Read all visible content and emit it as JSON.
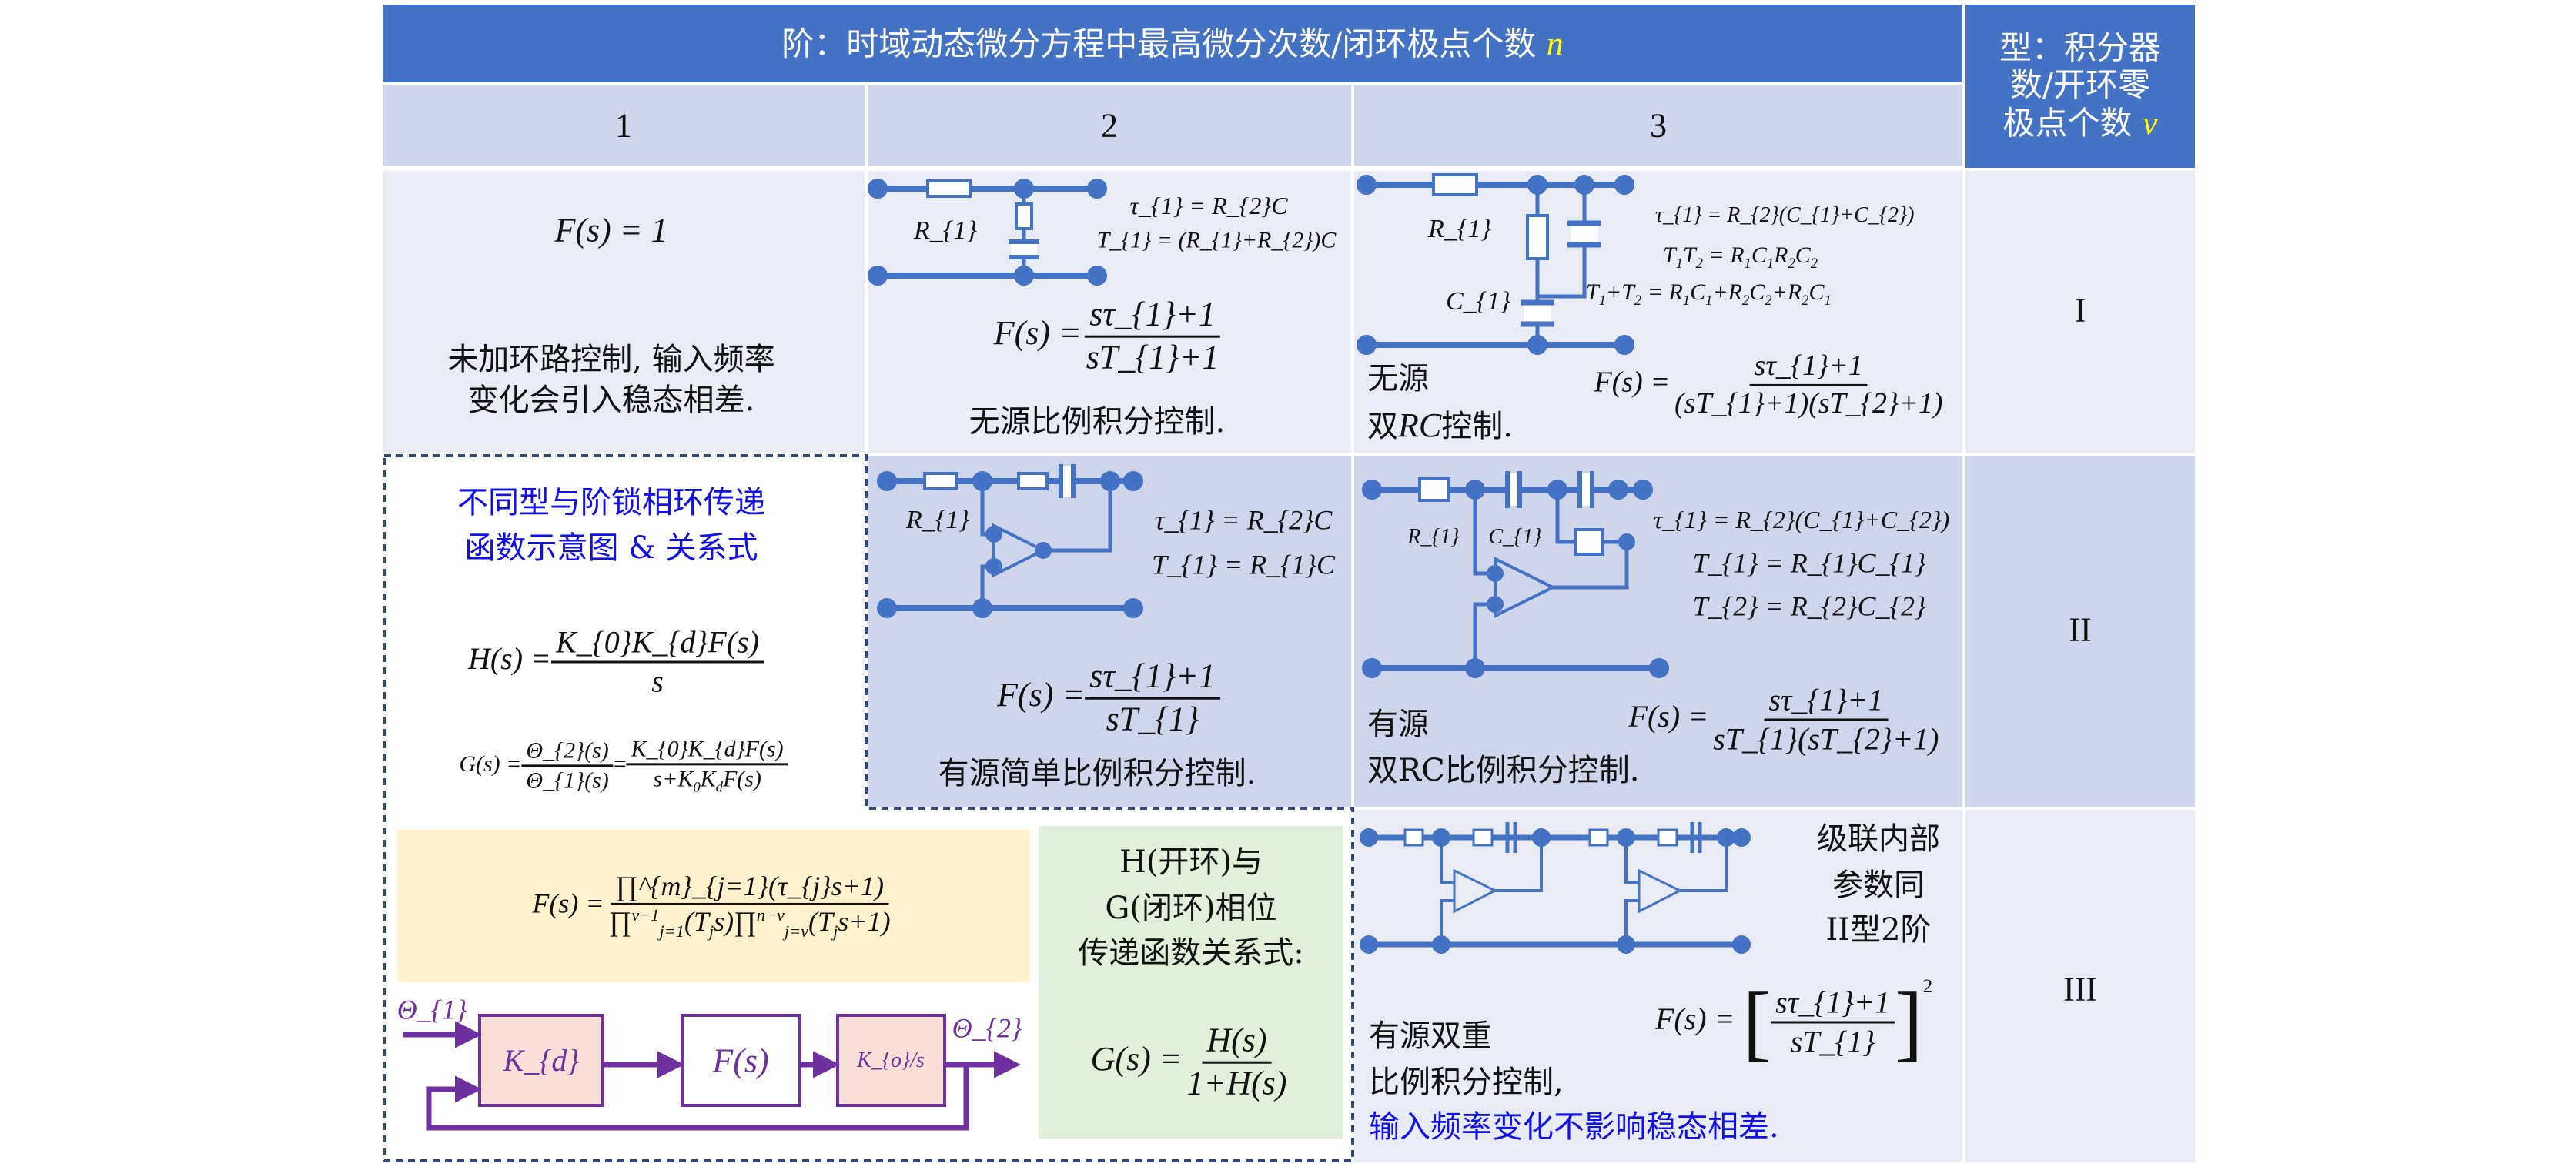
{
  "header": {
    "order_title": "阶：时域动态微分方程中最高微分次数/闭环极点个数 ",
    "order_symbol": "n",
    "type_line1": "型：积分器",
    "type_line2": "数/开环零",
    "type_line3": "极点个数 ",
    "type_symbol": "ν",
    "orders": [
      "1",
      "2",
      "3"
    ]
  },
  "types": [
    "I",
    "II",
    "III"
  ],
  "row1": {
    "c1_eq": "F(s) = 1",
    "c1_note1": "未加环路控制, 输入频率",
    "c1_note2": "变化会引入稳态相差.",
    "c2_label_r": "R_{1}",
    "c2_p1": "τ_{1} = R_{2}C",
    "c2_p2": "T_{1} = (R_{1}+R_{2})C",
    "c2_lhs": "F(s) =",
    "c2_num": "sτ_{1}+1",
    "c2_den": "sT_{1}+1",
    "c2_note": "无源比例积分控制.",
    "c3_label_r": "R_{1}",
    "c3_label_c": "C_{1}",
    "c3_p1": "τ_{1} = R_{2}(C_{1}+C_{2})",
    "c3_p2": "T_{1}T_{2} = R_{1}C_{1}R_{2}C_{2}",
    "c3_p3": "T_{1}+T_{2} = R_{1}C_{1}+R_{2}C_{2}+R_{2}C_{1}",
    "c3_lhs": "F(s) =",
    "c3_num": "sτ_{1}+1",
    "c3_den": "(sT_{1}+1)(sT_{2}+1)",
    "c3_note1": "无源",
    "c3_note2a": "双",
    "c3_note2b": "RC",
    "c3_note2c": "控制."
  },
  "row2": {
    "c1_title1": "不同型与阶锁相环传递",
    "c1_title2": "函数示意图 & 关系式",
    "c1_h_lhs": "H(s) =",
    "c1_h_num": "K_{0}K_{d}F(s)",
    "c1_h_den": "s",
    "c1_g_lhs": "G(s) =",
    "c1_g_num1": "Θ_{2}(s)",
    "c1_g_den1": "Θ_{1}(s)",
    "c1_g_eq": "=",
    "c1_g_num2": "K_{0}K_{d}F(s)",
    "c1_g_den2": "s+K_{0}K_{d}F(s)",
    "c2_label_r": "R_{1}",
    "c2_p1": "τ_{1} = R_{2}C",
    "c2_p2": "T_{1} = R_{1}C",
    "c2_lhs": "F(s) =",
    "c2_num": "sτ_{1}+1",
    "c2_den": "sT_{1}",
    "c2_note": "有源简单比例积分控制.",
    "c3_label_r": "R_{1}",
    "c3_label_c": "C_{1}",
    "c3_p1": "τ_{1} = R_{2}(C_{1}+C_{2})",
    "c3_p2": "T_{1} = R_{1}C_{1}",
    "c3_p3": "T_{2} = R_{2}C_{2}",
    "c3_lhs": "F(s) =",
    "c3_num": "sτ_{1}+1",
    "c3_den": "sT_{1}(sT_{2}+1)",
    "c3_note1": "有源",
    "c3_note2": "双RC比例积分控制."
  },
  "row3": {
    "general_lhs": "F(s) =",
    "general_num": "∏^{m}_{j=1}(τ_{j}s+1)",
    "general_den": "∏^{ν−1}_{j=1}(T_{j}s)∏^{n−ν}_{j=ν}(T_{j}s+1)",
    "block_in": "Θ_{1}",
    "block_out": "Θ_{2}",
    "block_kd": "K_{d}",
    "block_f": "F(s)",
    "block_ko": "K_{o}/s",
    "rel_line1": "H(开环)与",
    "rel_line2": "G(闭环)相位",
    "rel_line3": "传递函数关系式:",
    "rel_lhs": "G(s) =",
    "rel_num": "H(s)",
    "rel_den": "1+H(s)",
    "c3_side1": "级联内部",
    "c3_side2": "参数同",
    "c3_side3": "II型2阶",
    "c3_lhs": "F(s) =",
    "c3_num": "sτ_{1}+1",
    "c3_den": "sT_{1}",
    "c3_exp": "2",
    "c3_note1": "有源双重",
    "c3_note2": "比例积分控制,",
    "c3_note3": "输入频率变化不影响稳态相差."
  },
  "colors": {
    "header": "#4472C4",
    "band_dark": "#CFD5EA",
    "band_light": "#E9EBF5",
    "circuit": "#4472C4",
    "yellow_box": "#FFF2CC",
    "green_box": "#E2EFDA",
    "block_fill": "#F8E0D8",
    "block_line": "#7030A0",
    "note_blue": "#1010EE"
  }
}
